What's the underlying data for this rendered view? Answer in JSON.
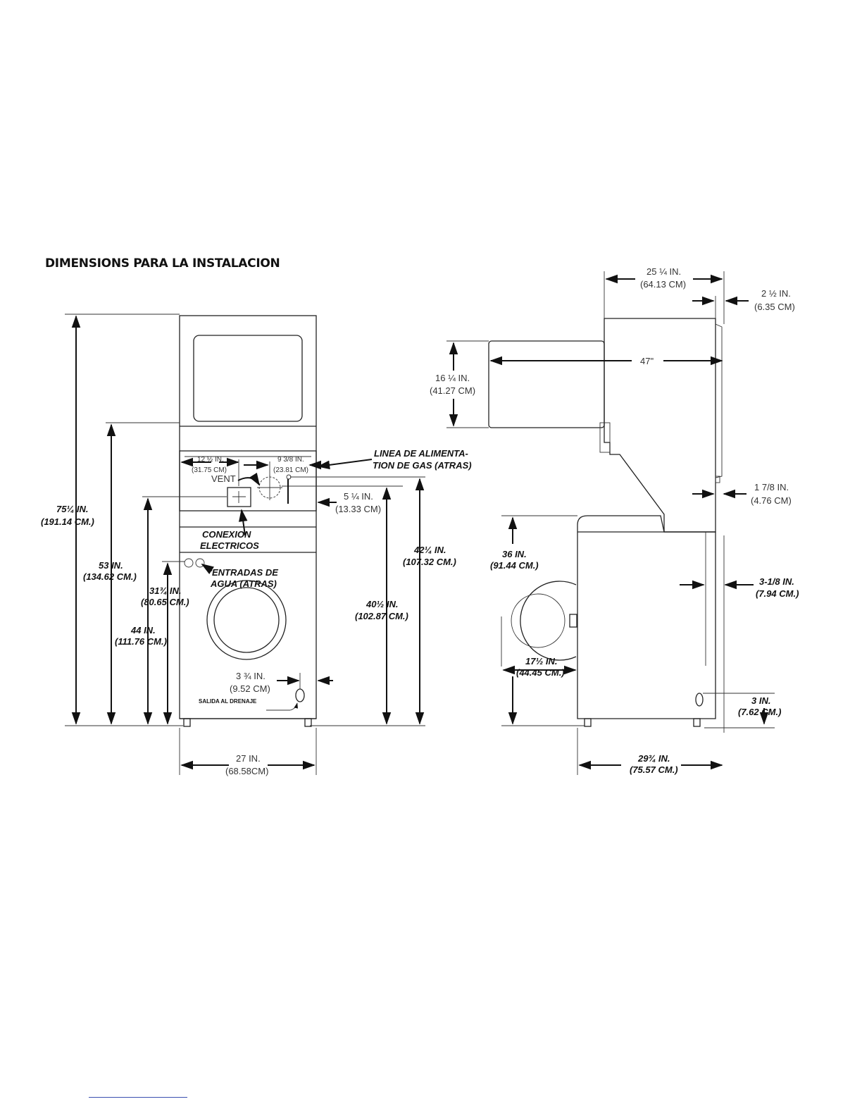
{
  "title": "DIMENSIONS PARA LA INSTALACION",
  "front": {
    "overall_height": {
      "in": "75¼ IN.",
      "cm": "(191.14 CM.)"
    },
    "h53": {
      "in": "53 IN.",
      "cm": "(134.62 CM.)"
    },
    "h31": {
      "in": "31¾ IN.",
      "cm": "(80.65 CM.)"
    },
    "h44": {
      "in": "44 IN.",
      "cm": "(111.76 CM.)"
    },
    "h42": {
      "in": "42¼ IN.",
      "cm": "(107.32 CM.)"
    },
    "h40": {
      "in": "40½ IN.",
      "cm": "(102.87 CM.)"
    },
    "w12": {
      "in": "12 ½ IN.",
      "cm": "(31.75 CM)"
    },
    "w9": {
      "in": "9 3/8 IN.",
      "cm": "(23.81 CM)"
    },
    "vent": "VENT",
    "w5": {
      "in": "5 ¼ IN.",
      "cm": "(13.33 CM)"
    },
    "gas": {
      "line1": "LINEA DE ALIMENTA-",
      "line2": "TION DE GAS (ATRAS)"
    },
    "electric": {
      "line1": "CONEXION",
      "line2": "ELECTRICOS"
    },
    "water": {
      "line1": "ENTRADAS DE",
      "line2": "AGUA (ATRAS)"
    },
    "drain_dim": {
      "in": "3 ¾ IN.",
      "cm": "(9.52 CM)"
    },
    "drain": "SALIDA AL DRENAJE",
    "width": {
      "in": "27 IN.",
      "cm": "(68.58CM)"
    }
  },
  "side": {
    "w25": {
      "in": "25 ¼ IN.",
      "cm": "(64.13 CM)"
    },
    "w2": {
      "in": "2 ½ IN.",
      "cm": "(6.35 CM)"
    },
    "door_open": "47\"",
    "h16": {
      "in": "16 ¼ IN.",
      "cm": "(41.27 CM)"
    },
    "w1": {
      "in": "1 7/8 IN.",
      "cm": "(4.76 CM)"
    },
    "h36": {
      "in": "36 IN.",
      "cm": "(91.44 CM.)"
    },
    "w3_1_8": {
      "in": "3-1/8 IN.",
      "cm": "(7.94 CM.)"
    },
    "door": {
      "in": "17½ IN.",
      "cm": "(44.45 CM.)"
    },
    "h3": {
      "in": "3 IN.",
      "cm": "(7.62 CM.)"
    },
    "depth": {
      "in": "29¾ IN.",
      "cm": "(75.57 CM.)"
    }
  }
}
